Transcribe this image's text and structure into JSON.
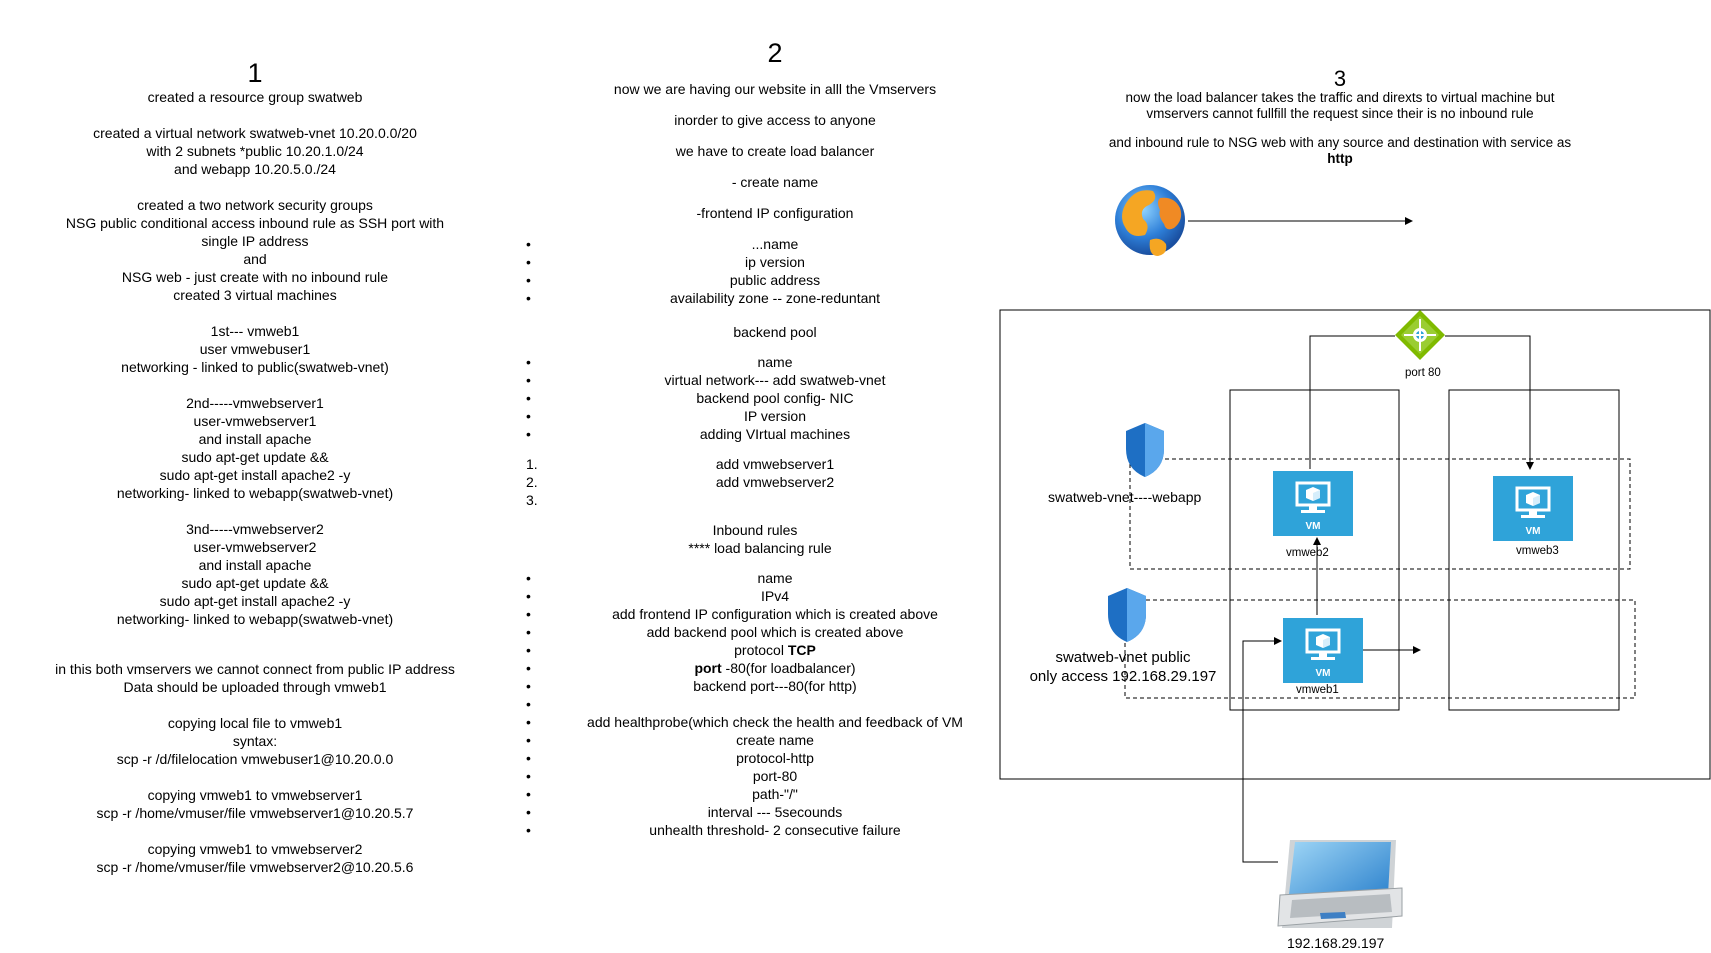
{
  "col1": {
    "number": "1",
    "blocks": [
      [
        "created a resource group swatweb"
      ],
      [
        "created a virtual network swatweb-vnet 10.20.0.0/20",
        "with 2 subnets *public 10.20.1.0/24",
        "and webapp 10.20.5.0./24"
      ],
      [
        "created a two network security groups",
        "NSG public conditional access inbound rule as  SSH port with",
        "single IP address",
        "and",
        "NSG web - just create with no inbound rule",
        "created 3 virtual machines"
      ],
      [
        "1st--- vmweb1",
        "user vmwebuser1",
        "networking - linked to public(swatweb-vnet)"
      ],
      [
        "2nd-----vmwebserver1",
        "user-vmwebserver1",
        "and install apache",
        "sudo apt-get update &&",
        "sudo apt-get install apache2 -y",
        "networking- linked to webapp(swatweb-vnet)"
      ],
      [
        "3nd-----vmwebserver2",
        "user-vmwebserver2",
        "and install apache",
        "sudo apt-get update &&",
        "sudo apt-get install apache2 -y",
        "networking- linked to webapp(swatweb-vnet)"
      ],
      [
        "in this both vmservers we cannot connect from public IP address",
        "Data should be uploaded through vmweb1"
      ],
      [
        "copying local file to vmweb1",
        "syntax:",
        "scp -r /d/filelocation vmwebuser1@10.20.0.0"
      ],
      [
        "copying vmweb1 to vmwebserver1",
        "scp -r /home/vmuser/file vmwebserver1@10.20.5.7"
      ],
      [
        "copying vmweb1 to vmwebserver2",
        "scp -r /home/vmuser/file vmwebserver2@10.20.5.6"
      ]
    ]
  },
  "col2": {
    "number": "2",
    "intro": [
      "now we are having our website in alll the Vmservers",
      "inorder to give access to anyone",
      "we have to create load balancer",
      "- create name",
      "-frontend IP configuration"
    ],
    "frontend_items": [
      "...name",
      "ip version",
      "public address",
      "availability zone -- zone-reduntant"
    ],
    "backend_title": "backend pool",
    "backend_items": [
      "name",
      "virtual network--- add swatweb-vnet",
      "backend pool config- NIC",
      "IP version",
      "adding  VIrtual machines"
    ],
    "numbered_items": [
      "add vmwebserver1",
      "add vmwebserver2",
      ""
    ],
    "inbound_title": "Inbound rules",
    "lb_rule_title": "**** load balancing rule",
    "rule_items_a": [
      "name",
      "IPv4",
      "add frontend IP configuration which is created above",
      "add backend pool which is created above"
    ],
    "protocol_prefix": "protocol ",
    "protocol_value": "TCP",
    "port_label": "port",
    "port_rest": " -80(for loadbalancer)",
    "rule_items_b": [
      "backend port---80(for http)",
      "",
      "add healthprobe(which check the health and feedback of VM",
      "create name",
      "protocol-http",
      "port-80",
      "path-\"/\"",
      "interval --- 5secounds",
      "unhealth threshold- 2 consecutive failure"
    ]
  },
  "col3": {
    "number": "3",
    "lines": [
      "now the load balancer takes the traffic and direxts to virtual machine but",
      "vmservers cannot fullfill the request since their is no inbound rule"
    ],
    "rule_line": "and inbound rule to NSG web with any source and destination with service as",
    "service": "http"
  },
  "diagram": {
    "port_label": "port 80",
    "nsg_webapp_label": "swatweb-vnet----webapp",
    "nsg_public_label_1": "swatweb-vnet  public",
    "nsg_public_label_2": "only access 192.168.29.197",
    "vm_badge": "VM",
    "vm_names": [
      "vmweb2",
      "vmweb3",
      "vmweb1"
    ],
    "laptop_ip": "192.168.29.197"
  },
  "colors": {
    "vm_blue": "#2fa3d9",
    "lb_green": "#7fba00",
    "shield_blue": "#1e6fc4",
    "line": "#000000"
  }
}
